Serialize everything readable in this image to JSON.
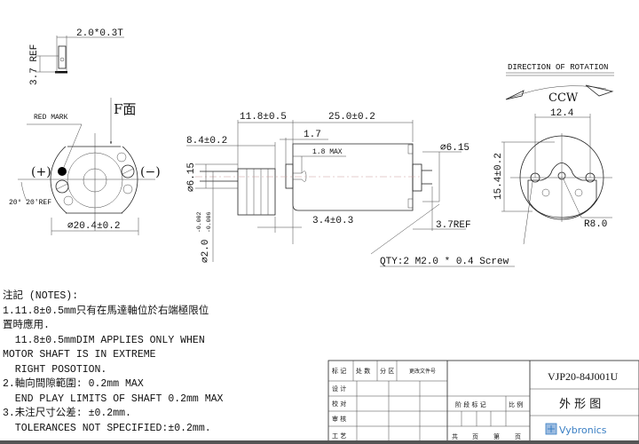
{
  "drawing": {
    "terminal_detail": {
      "width_thickness": "2.0*0.3T",
      "height_ref": "3.7 REF"
    },
    "end_view": {
      "face_label": "F面",
      "red_mark": "RED MARK",
      "plus": "(+)",
      "minus": "(−)",
      "angle": "20° 20'REF",
      "diameter": "⌀20.4±0.2",
      "red_mark_color": "#000000"
    },
    "side_view": {
      "dim_shaft_length": "11.8±0.5",
      "dim_body_length": "25.0±0.2",
      "dim_gear": "8.4±0.2",
      "dim_1_7": "1.7",
      "dim_1_8max": "1.8 MAX",
      "dim_dia_right": "⌀6.15",
      "dim_dia_left": "⌀6.15",
      "dim_shaft_dia": "⌀2.0",
      "dim_shaft_tol_upper": "-0.002",
      "dim_shaft_tol_lower": "-0.006",
      "dim_3_4": "3.4±0.3",
      "dim_3_7ref": "3.7REF",
      "screw_note": "QTY:2 M2.0 * 0.4 Screw"
    },
    "rear_view": {
      "rotation_title": "DIRECTION OF ROTATION",
      "rotation": "CCW",
      "dim_pin_spacing": "12.4",
      "dim_height": "15.4±0.2",
      "radius": "R8.0"
    }
  },
  "notes": {
    "title": "注記 (NOTES):",
    "lines": [
      "1.11.8±0.5mm只有在馬達軸位於右端極限位",
      "置時應用.",
      "  11.8±0.5mmDIM APPLIES ONLY WHEN",
      "MOTOR SHAFT IS IN EXTREME",
      "  RIGHT POSOTION.",
      "2.軸向間隙範圍: 0.2mm MAX",
      "  END PLAY LIMITS OF SHAFT 0.2mm MAX",
      "3.未注尺寸公差: ±0.2mm.",
      "  TOLERANCES NOT SPECIFIED:±0.2mm."
    ]
  },
  "title_block": {
    "header": [
      "标 记",
      "处 数",
      "分 区",
      "更改文件号"
    ],
    "rows": [
      "设 计",
      "校 对",
      "审 核",
      "工 艺"
    ],
    "stage_mark": "阶 段 标 记",
    "scale": "比 例",
    "total": "共",
    "page": "页",
    "sheet": "第",
    "page2": "页",
    "part_number": "VJP20-84J001U",
    "drawing_title": "外 形 图",
    "company": "Vybronics",
    "brand_color": "#3a7fc4"
  }
}
